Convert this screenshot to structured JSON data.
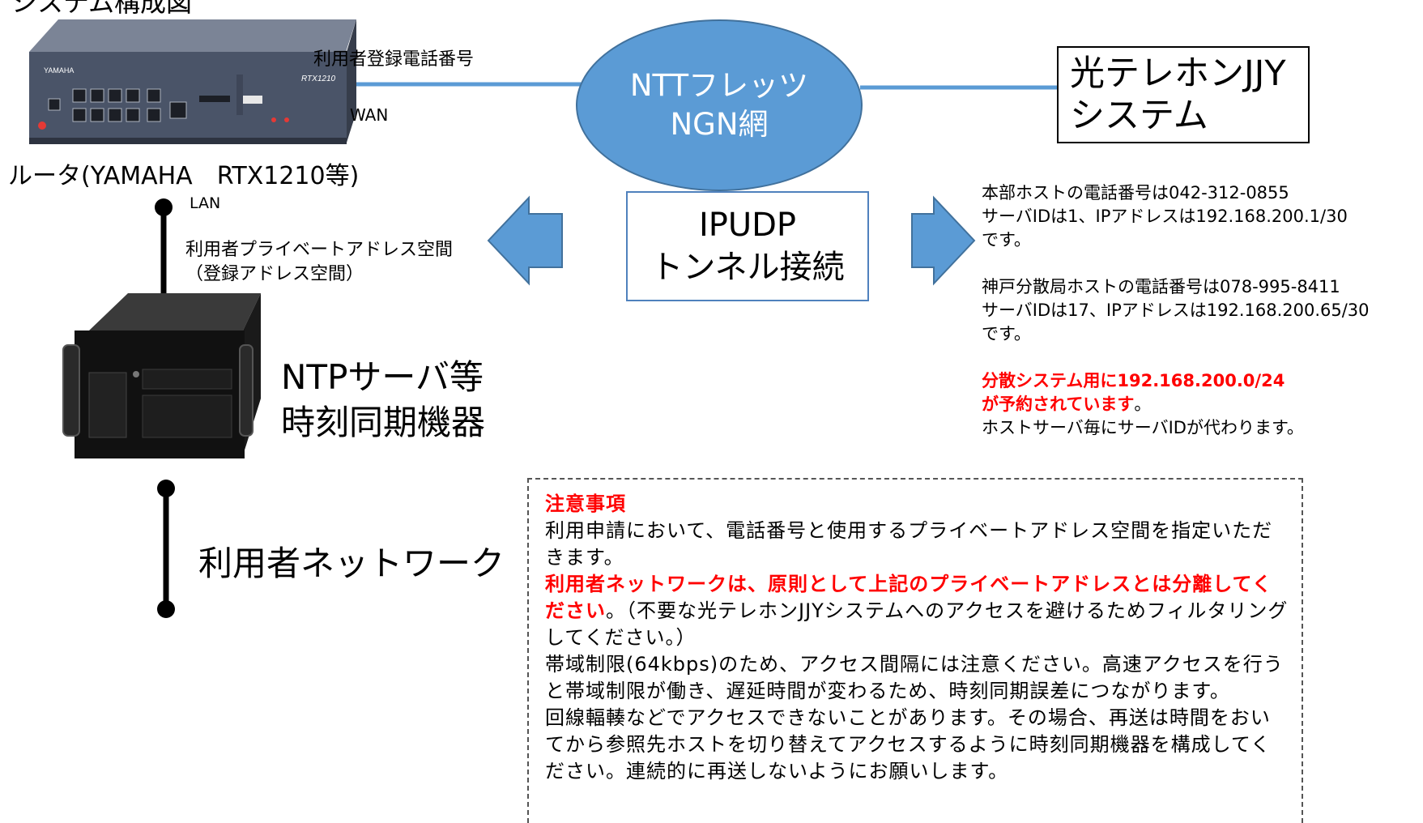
{
  "top_clipped_title": "システム構成図",
  "router": {
    "caption": "ルータ(YAMAHA　RTX1210等)",
    "model_label": "RTX1210",
    "brand_label": "YAMAHA"
  },
  "wan": {
    "phone_label": "利用者登録電話番号",
    "wan_label": "WAN"
  },
  "ngn": {
    "line1": "NTTフレッツ",
    "line2": "NGN網"
  },
  "jjy_system": {
    "line1": "光テレホンJJY",
    "line2": "システム"
  },
  "tunnel": {
    "line1": "IPUDP",
    "line2": "トンネル接続"
  },
  "lan": {
    "label": "LAN",
    "space_line1": "利用者プライベートアドレス空間",
    "space_line2": "（登録アドレス空間）"
  },
  "ntp_device": {
    "line1": "NTPサーバ等",
    "line2": "時刻同期機器"
  },
  "user_network": {
    "label": "利用者ネットワーク"
  },
  "hosts_info": {
    "main_line1": "本部ホストの電話番号は042-312-0855",
    "main_line2": "サーバIDは1、IPアドレスは192.168.200.1/30",
    "main_line3": "です。",
    "kobe_line1": "神戸分散局ホストの電話番号は078-995-8411",
    "kobe_line2": "サーバIDは17、IPアドレスは192.168.200.65/30",
    "kobe_line3": "です。",
    "reserved_line1": "分散システム用に192.168.200.0/24",
    "reserved_line2": "が予約されています",
    "reserved_line2_tail": "。",
    "per_host_note": "ホストサーバ毎にサーバIDが代わります。"
  },
  "notes": {
    "heading": "注意事項",
    "p1": "利用申請において、電話番号と使用するプライベートアドレス空間を指定いただきます。",
    "p2_red": "利用者ネットワークは、原則として上記のプライベートアドレスとは分離してください",
    "p2_black": "。（不要な光テレホンJJYシステムへのアクセスを避けるためフィルタリングしてください。）",
    "p3": "帯域制限(64kbps)のため、アクセス間隔には注意ください。高速アクセスを行うと帯域制限が働き、遅延時間が変わるため、時刻同期誤差につながります。",
    "p4": "回線輻輳などでアクセスできないことがあります。その場合、再送は時間をおいてから参照先ホストを切り替えてアクセスするように時刻同期機器を構成してください。連続的に再送しないようにお願いします。"
  },
  "colors": {
    "link_blue": "#5b9bd5",
    "ngn_fill": "#5b9bd5",
    "tunnel_border": "#4f81bd",
    "red_text": "#ff0000",
    "router_body": "#4a5468"
  }
}
